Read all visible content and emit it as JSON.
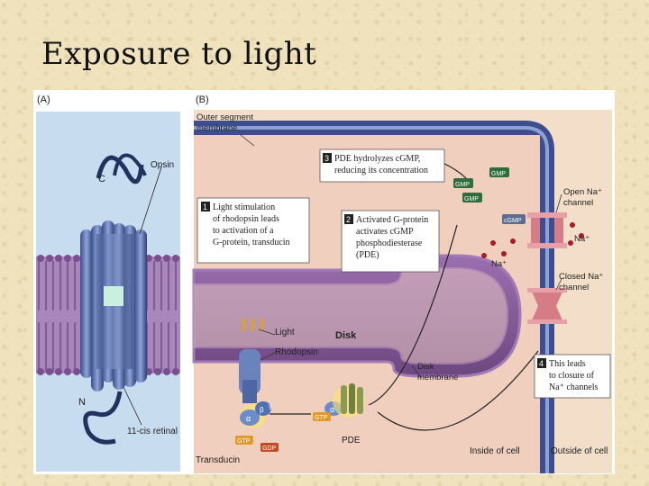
{
  "slide": {
    "title": "Exposure to light"
  },
  "panel_a": {
    "label": "(A)",
    "c_terminal": "C",
    "opsin": "Opsin",
    "n_terminal": "N",
    "retinal": "11-cis retinal"
  },
  "panel_b": {
    "label": "(B)",
    "outer_membrane": [
      "Outer segment",
      "membrane"
    ],
    "disk": "Disk",
    "disk_membrane": [
      "Disk",
      "membrane"
    ],
    "light": "Light",
    "rhodopsin": "Rhodopsin",
    "transducin": "Transducin",
    "pde": "PDE",
    "inside": "Inside of cell",
    "outside": "Outside of cell",
    "open_channel": [
      "Open Na⁺",
      "channel"
    ],
    "closed_channel": [
      "Closed Na⁺",
      "channel"
    ],
    "na_plus": "Na⁺",
    "na_plus_2": "Na⁺",
    "molecules": {
      "gmp": "GMP",
      "cgmp": "cGMP",
      "gtp": "GTP",
      "gdp": "GDP",
      "alpha": "α",
      "beta": "β",
      "gamma": "γ"
    },
    "steps": [
      {
        "num": "1",
        "lines": [
          "Light stimulation",
          "of rhodopsin leads",
          "to activation of a",
          "G-protein, transducin"
        ]
      },
      {
        "num": "2",
        "lines": [
          "Activated G-protein",
          "activates cGMP",
          "phosphodiesterase",
          "(PDE)"
        ]
      },
      {
        "num": "3",
        "lines": [
          "PDE hydrolyzes cGMP,",
          "reducing its concentration"
        ]
      },
      {
        "num": "4",
        "lines": [
          "This leads",
          "to closure of",
          "Na⁺ channels"
        ]
      }
    ]
  }
}
